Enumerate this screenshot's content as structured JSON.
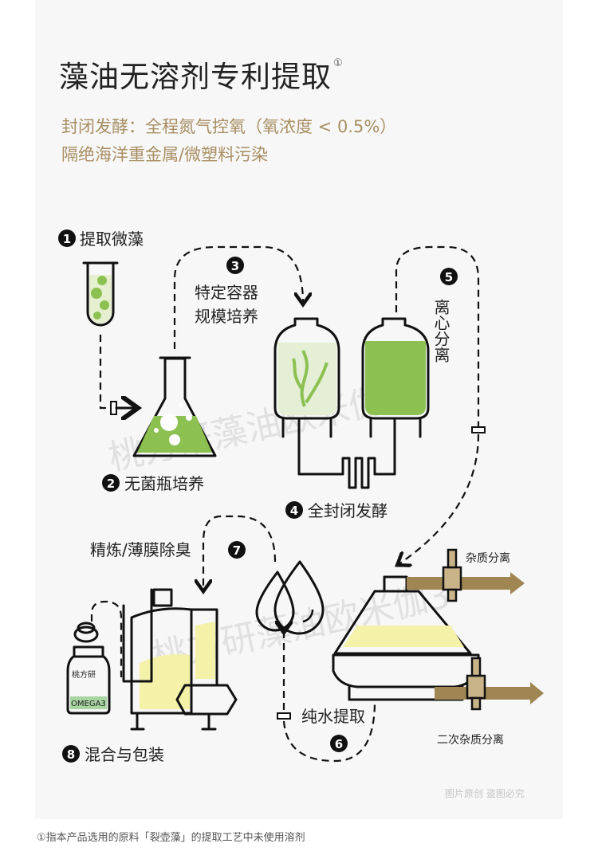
{
  "header": {
    "title": "藻油无溶剂专利提取",
    "title_note": "①",
    "subtitle_line1": "封闭发酵：全程氮气控氧（氧浓度 < 0.5%）",
    "subtitle_line2": "隔绝海洋重金属/微塑料污染"
  },
  "steps": [
    {
      "num": "1",
      "label": "提取微藻"
    },
    {
      "num": "2",
      "label": "无菌瓶培养"
    },
    {
      "num": "3",
      "label_line1": "特定容器",
      "label_line2": "规模培养"
    },
    {
      "num": "4",
      "label": "全封闭发酵"
    },
    {
      "num": "5",
      "label": "离心分离"
    },
    {
      "num": "6",
      "label": "纯水提取"
    },
    {
      "num": "7",
      "label": "精炼/薄膜除臭"
    },
    {
      "num": "8",
      "label": "混合与包装"
    }
  ],
  "side_labels": {
    "impurity_1": "杂质分离",
    "impurity_2": "二次杂质分离"
  },
  "bottle": {
    "brand": "桃方研",
    "tag": "OMEGA3"
  },
  "watermark": "桃方研藻油欧米伽3",
  "copyright": "图片原创 盗图必究",
  "footnote": "①指本产品选用的原料「裂壶藻」的提取工艺中未使用溶剂",
  "colors": {
    "green": "#8cc152",
    "yellow": "#f4f1a8",
    "brown": "#a08652",
    "accent_text": "#a88f63"
  }
}
